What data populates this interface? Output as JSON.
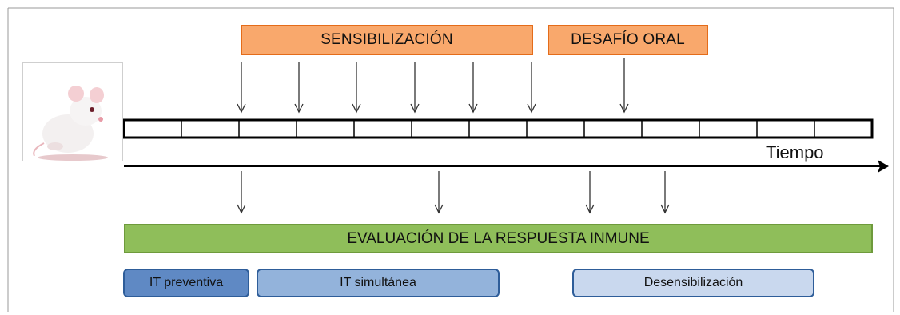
{
  "labels": {
    "sensibilizacion": "SENSIBILIZACIÓN",
    "desafio_oral": "DESAFÍO ORAL",
    "tiempo": "Tiempo",
    "evaluacion": "EVALUACIÓN DE LA RESPUESTA INMUNE",
    "it_preventiva": "IT preventiva",
    "it_simultanea": "IT simultánea",
    "desensibilizacion": "Desensibilización"
  },
  "timeline": {
    "segments": 13
  },
  "colors": {
    "orange_fill": "#f9a86c",
    "orange_border": "#e46c1a",
    "green_fill": "#8fbe5a",
    "blue_dark": "#5f89c4",
    "blue_mid": "#93b3db",
    "blue_light": "#c9d8ee"
  }
}
